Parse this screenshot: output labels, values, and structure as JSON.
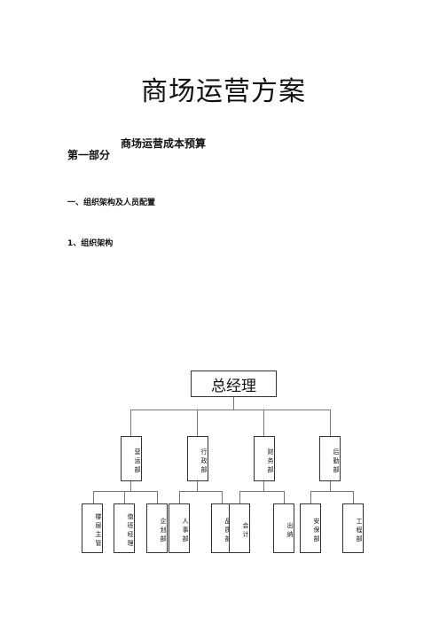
{
  "document": {
    "title": "商场运营方案",
    "part": "第一部分",
    "subtitle": "商场运营成本预算",
    "section": "一、组织架构及人员配置",
    "subsection": "1、组织架构"
  },
  "org_chart": {
    "root": "总经理",
    "departments": [
      {
        "name": "营运部",
        "children": [
          "楼层主管",
          "值班经理",
          "企划部"
        ]
      },
      {
        "name": "行政部",
        "children": [
          "人事部",
          "品质部"
        ]
      },
      {
        "name": "财务部",
        "children": [
          "会计",
          "出纳"
        ]
      },
      {
        "name": "后勤部",
        "children": [
          "安保部",
          "工程部"
        ]
      }
    ]
  }
}
